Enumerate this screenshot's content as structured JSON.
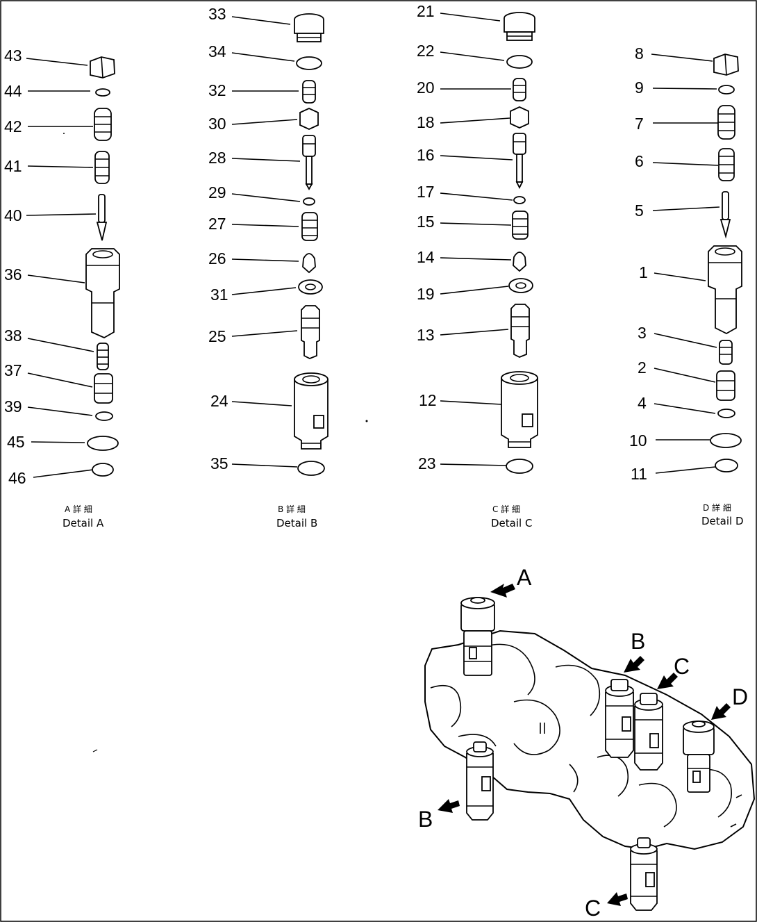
{
  "details": [
    {
      "id": "A",
      "caption_jp": "A 詳 細",
      "caption_en": "Detail  A",
      "labels": [
        "43",
        "44",
        "42",
        "41",
        "40",
        "36",
        "38",
        "37",
        "39",
        "45",
        "46"
      ]
    },
    {
      "id": "B",
      "caption_jp": "B 詳 細",
      "caption_en": "Detail  B",
      "labels": [
        "33",
        "34",
        "32",
        "30",
        "28",
        "29",
        "27",
        "26",
        "31",
        "25",
        "24",
        "35"
      ]
    },
    {
      "id": "C",
      "caption_jp": "C 詳 細",
      "caption_en": "Detail  C",
      "labels": [
        "21",
        "22",
        "20",
        "18",
        "16",
        "17",
        "15",
        "14",
        "19",
        "13",
        "12",
        "23"
      ]
    },
    {
      "id": "D",
      "caption_jp": "D 詳 細",
      "caption_en": "Detail  D",
      "labels": [
        "8",
        "9",
        "7",
        "6",
        "5",
        "1",
        "3",
        "2",
        "4",
        "10",
        "11"
      ]
    }
  ],
  "assembly_view_labels": {
    "a_top": "A",
    "b_top": "B",
    "c_top": "C",
    "d_right": "D",
    "b_left": "B",
    "c_bottom": "C"
  }
}
